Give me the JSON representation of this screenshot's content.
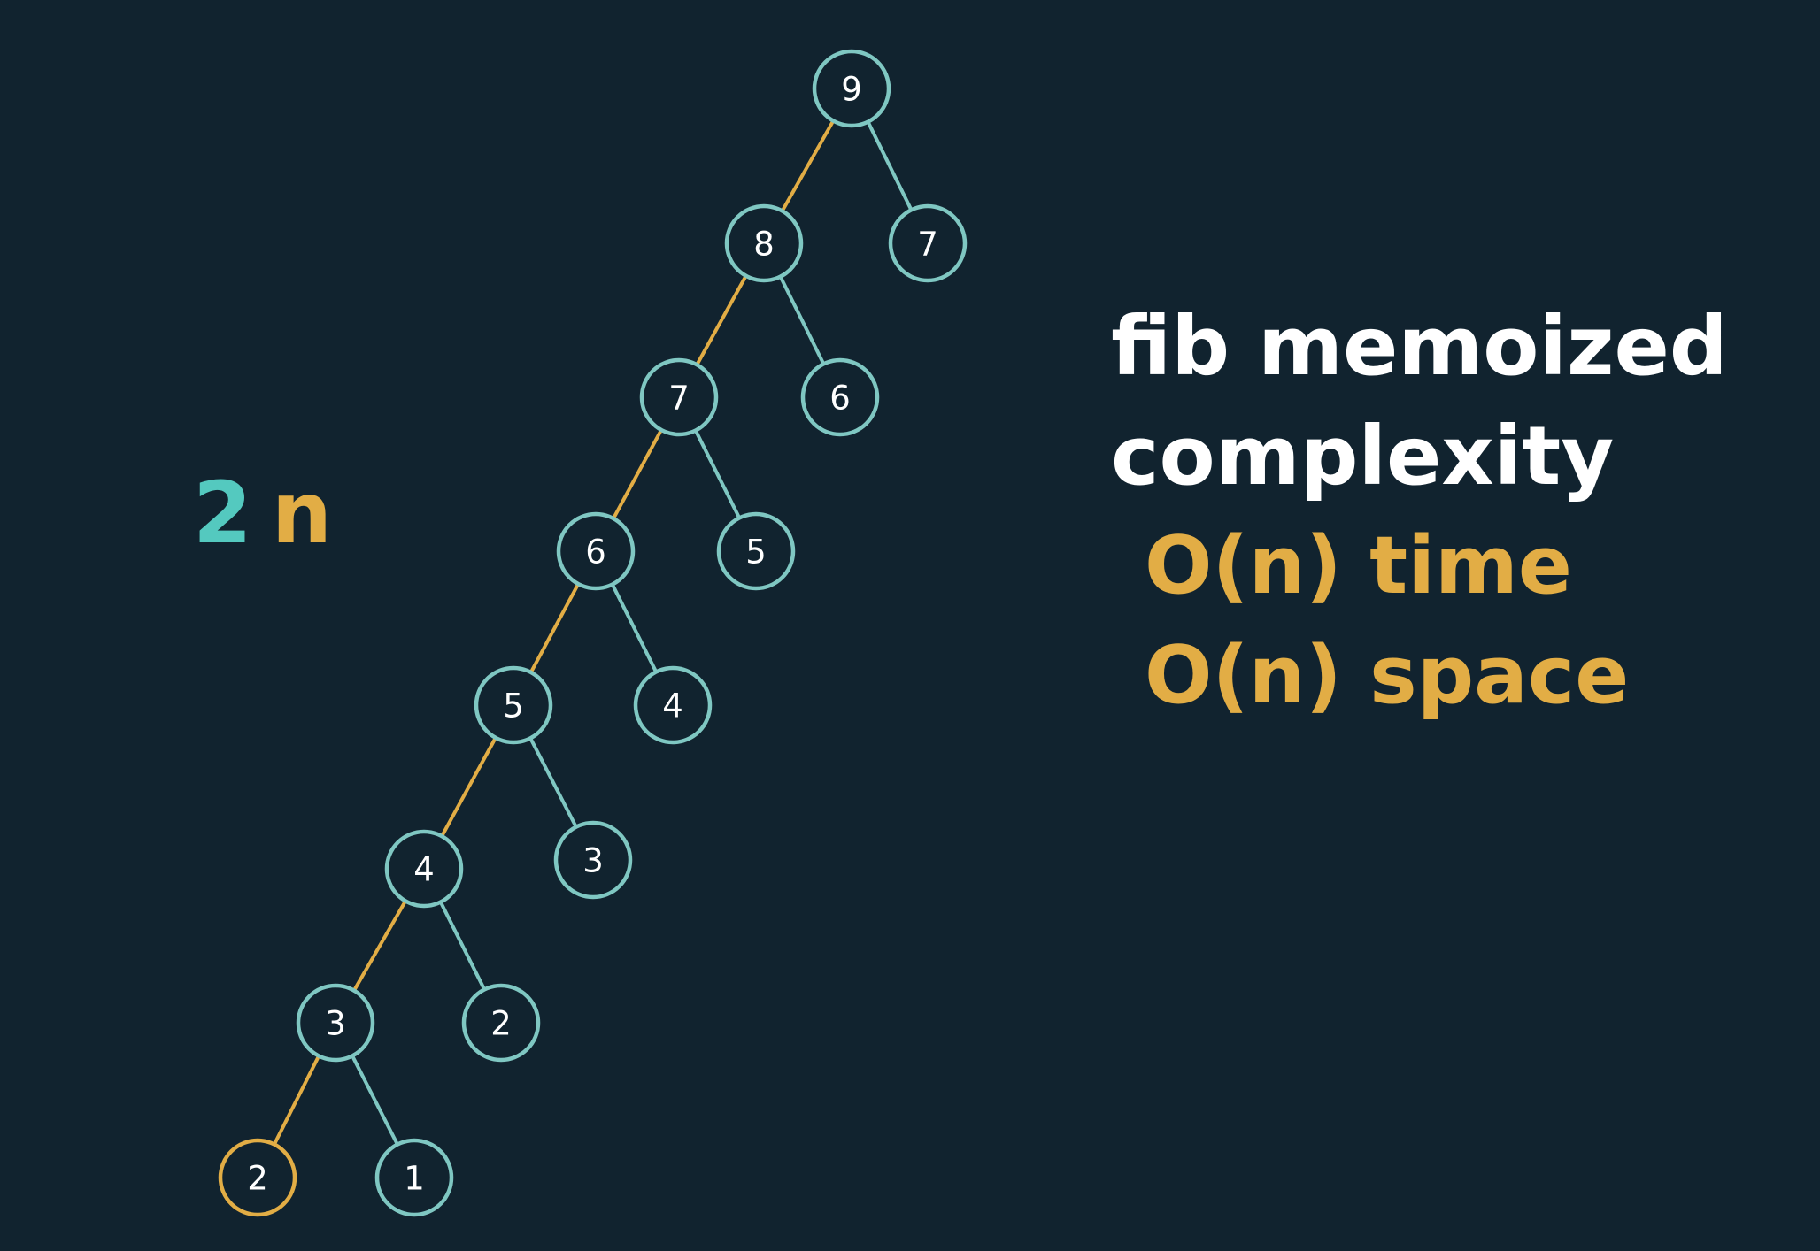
{
  "colors": {
    "background": "#11232f",
    "node_stroke": "#7fc7c2",
    "path_highlight": "#e2ad45",
    "coefficient": "#54c9bf",
    "text_white": "#ffffff"
  },
  "complexity_label": {
    "coefficient": "2",
    "variable": "n"
  },
  "title": {
    "line1": "fib memoized",
    "line2": "complexity",
    "time": "O(n) time",
    "space": "O(n) space"
  },
  "tree": {
    "nodes": [
      {
        "id": "n9",
        "value": "9",
        "highlight": false
      },
      {
        "id": "n8",
        "value": "8",
        "highlight": false
      },
      {
        "id": "n7r",
        "value": "7",
        "highlight": false
      },
      {
        "id": "n7",
        "value": "7",
        "highlight": false
      },
      {
        "id": "n6r",
        "value": "6",
        "highlight": false
      },
      {
        "id": "n6",
        "value": "6",
        "highlight": false
      },
      {
        "id": "n5r",
        "value": "5",
        "highlight": false
      },
      {
        "id": "n5",
        "value": "5",
        "highlight": false
      },
      {
        "id": "n4r",
        "value": "4",
        "highlight": false
      },
      {
        "id": "n4",
        "value": "4",
        "highlight": false
      },
      {
        "id": "n3r",
        "value": "3",
        "highlight": false
      },
      {
        "id": "n3",
        "value": "3",
        "highlight": false
      },
      {
        "id": "n2r",
        "value": "2",
        "highlight": false
      },
      {
        "id": "n2",
        "value": "2",
        "highlight": true
      },
      {
        "id": "n1",
        "value": "1",
        "highlight": false
      }
    ],
    "edges": [
      {
        "from": "n9",
        "to": "n8",
        "highlight": true
      },
      {
        "from": "n9",
        "to": "n7r",
        "highlight": false
      },
      {
        "from": "n8",
        "to": "n7",
        "highlight": true
      },
      {
        "from": "n8",
        "to": "n6r",
        "highlight": false
      },
      {
        "from": "n7",
        "to": "n6",
        "highlight": true
      },
      {
        "from": "n7",
        "to": "n5r",
        "highlight": false
      },
      {
        "from": "n6",
        "to": "n5",
        "highlight": true
      },
      {
        "from": "n6",
        "to": "n4r",
        "highlight": false
      },
      {
        "from": "n5",
        "to": "n4",
        "highlight": true
      },
      {
        "from": "n5",
        "to": "n3r",
        "highlight": false
      },
      {
        "from": "n4",
        "to": "n3",
        "highlight": true
      },
      {
        "from": "n4",
        "to": "n2r",
        "highlight": false
      },
      {
        "from": "n3",
        "to": "n2",
        "highlight": true
      },
      {
        "from": "n3",
        "to": "n1",
        "highlight": false
      }
    ]
  }
}
